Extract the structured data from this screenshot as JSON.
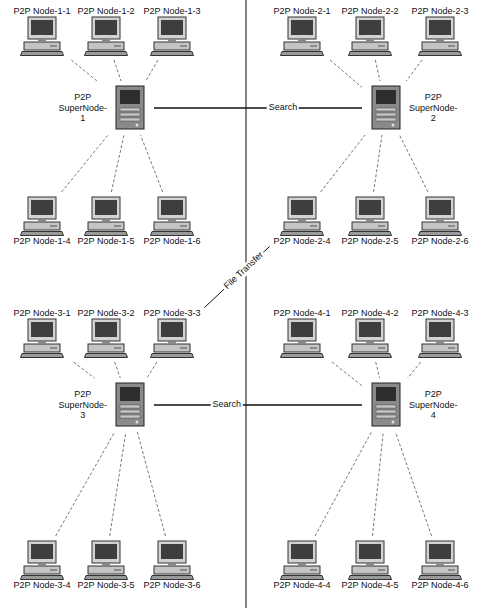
{
  "diagram": {
    "nodes": [
      {
        "text": [
          "P2P Node-1-1"
        ]
      },
      {
        "text": [
          "P2P Node-1-2"
        ]
      },
      {
        "text": [
          "P2P Node-1-3"
        ]
      },
      {
        "text": [
          "P2P SuperNode-1"
        ]
      },
      {
        "text": [
          "P2P Node-1-4"
        ]
      },
      {
        "text": [
          "P2P Node-1-5"
        ]
      },
      {
        "text": [
          "P2P Node-1-6"
        ]
      },
      {
        "text": [
          "P2P Node-2-1"
        ]
      },
      {
        "text": [
          "P2P Node-2-2"
        ]
      },
      {
        "text": [
          "P2P Node-2-3"
        ]
      },
      {
        "text": [
          "P2P SuperNode-2"
        ]
      },
      {
        "text": [
          "P2P Node-2-4"
        ]
      },
      {
        "text": [
          "P2P Node-2-5"
        ]
      },
      {
        "text": [
          "P2P Node-2-6"
        ]
      },
      {
        "text": [
          "P2P Node-3-1"
        ]
      },
      {
        "text": [
          "P2P Node-3-2"
        ]
      },
      {
        "text": [
          "P2P Node-3-3"
        ]
      },
      {
        "text": [
          "P2P SuperNode-3"
        ]
      },
      {
        "text": [
          "P2P Node-3-4"
        ]
      },
      {
        "text": [
          "P2P Node-3-5"
        ]
      },
      {
        "text": [
          "P2P Node-3-6"
        ]
      },
      {
        "text": [
          "P2P Node-4-1"
        ]
      },
      {
        "text": [
          "P2P Node-4-2"
        ]
      },
      {
        "text": [
          "P2P Node-4-3"
        ]
      },
      {
        "text": [
          "P2P SuperNode-4"
        ]
      },
      {
        "text": [
          "P2P Node-4-4"
        ]
      },
      {
        "text": [
          "P2P Node-4-5"
        ]
      },
      {
        "text": [
          "P2P Node-4-6"
        ]
      }
    ],
    "edges": [
      {
        "from": 0,
        "to": 3,
        "arrow": "none"
      },
      {
        "from": 1,
        "to": 3,
        "arrow": "none"
      },
      {
        "from": 2,
        "to": 3,
        "arrow": "none"
      },
      {
        "from": 4,
        "to": 3,
        "arrow": "none"
      },
      {
        "from": 5,
        "to": 3,
        "arrow": "none"
      },
      {
        "from": 6,
        "to": 3,
        "arrow": "none"
      },
      {
        "from": 7,
        "to": 10,
        "arrow": "none"
      },
      {
        "from": 8,
        "to": 10,
        "arrow": "none"
      },
      {
        "from": 9,
        "to": 10,
        "arrow": "none"
      },
      {
        "from": 11,
        "to": 10,
        "arrow": "none"
      },
      {
        "from": 12,
        "to": 10,
        "arrow": "none"
      },
      {
        "from": 13,
        "to": 10,
        "arrow": "none"
      },
      {
        "from": 14,
        "to": 17,
        "arrow": "none"
      },
      {
        "from": 15,
        "to": 17,
        "arrow": "none"
      },
      {
        "from": 16,
        "to": 17,
        "arrow": "none"
      },
      {
        "from": 18,
        "to": 17,
        "arrow": "none"
      },
      {
        "from": 19,
        "to": 17,
        "arrow": "none"
      },
      {
        "from": 20,
        "to": 17,
        "arrow": "none"
      },
      {
        "from": 21,
        "to": 24,
        "arrow": "none"
      },
      {
        "from": 22,
        "to": 24,
        "arrow": "none"
      },
      {
        "from": 23,
        "to": 24,
        "arrow": "none"
      },
      {
        "from": 25,
        "to": 24,
        "arrow": "none"
      },
      {
        "from": 26,
        "to": 24,
        "arrow": "none"
      },
      {
        "from": 27,
        "to": 24,
        "arrow": "none"
      },
      {
        "from": 3,
        "to": 10,
        "label": "Search",
        "arrow": "none"
      },
      {
        "from": 17,
        "to": 24,
        "label": "Search",
        "arrow": "none"
      },
      {
        "from": 16,
        "to": 11,
        "label": "File Transfer",
        "arrow": "none"
      }
    ]
  }
}
